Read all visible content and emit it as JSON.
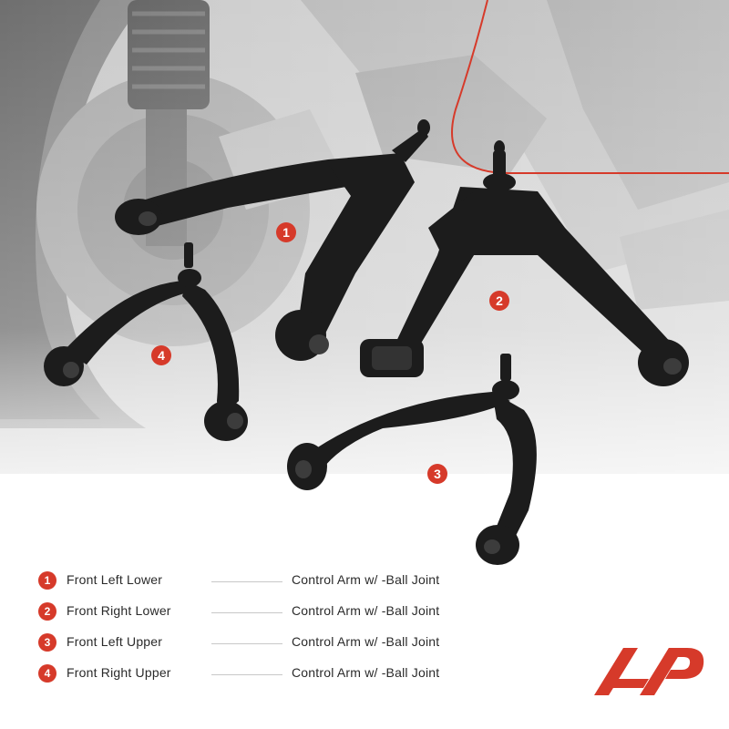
{
  "colors": {
    "accent": "#d63a2a",
    "part": "#1c1c1c",
    "text": "#2a2a2a",
    "background_photo": "#b9b9b9"
  },
  "callouts": [
    "1",
    "2",
    "3",
    "4"
  ],
  "legend": [
    {
      "num": "1",
      "name": "Front Left Lower",
      "desc": "Control Arm w/ -Ball Joint"
    },
    {
      "num": "2",
      "name": "Front Right Lower",
      "desc": "Control Arm w/ -Ball Joint"
    },
    {
      "num": "3",
      "name": "Front Left Upper",
      "desc": "Control Arm w/ -Ball Joint"
    },
    {
      "num": "4",
      "name": "Front Right Upper",
      "desc": "Control Arm w/ -Ball Joint"
    }
  ],
  "logo": {
    "icon": "a-premium-logo-icon"
  }
}
